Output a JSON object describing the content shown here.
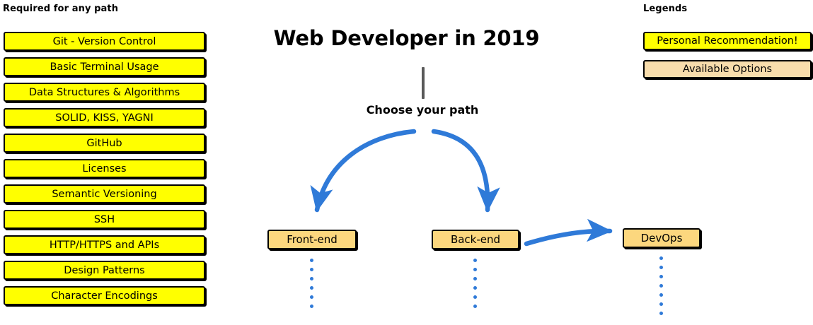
{
  "page": {
    "title": "Web Developer in 2019",
    "background": "#ffffff"
  },
  "colors": {
    "recommendation_yellow": "#ffff00",
    "available_option_tan": "#fcd77e",
    "legend_option_tan": "#f8ddac",
    "arrow_blue": "#2f7ad8",
    "trunk_gray": "#595959",
    "outline_black": "#000000"
  },
  "required_section": {
    "heading": "Required for any path",
    "items": [
      {
        "label": "Git - Version Control"
      },
      {
        "label": "Basic Terminal Usage"
      },
      {
        "label": "Data Structures & Algorithms"
      },
      {
        "label": "SOLID, KISS, YAGNI"
      },
      {
        "label": "GitHub"
      },
      {
        "label": "Licenses"
      },
      {
        "label": "Semantic Versioning"
      },
      {
        "label": "SSH"
      },
      {
        "label": "HTTP/HTTPS and APIs"
      },
      {
        "label": "Design Patterns"
      },
      {
        "label": "Character Encodings"
      }
    ]
  },
  "legends_section": {
    "heading": "Legends",
    "items": [
      {
        "label": "Personal Recommendation!",
        "style": "yellow"
      },
      {
        "label": "Available Options",
        "style": "tan-light"
      }
    ]
  },
  "flow": {
    "choose_label": "Choose your path",
    "paths": [
      {
        "label": "Front-end",
        "dots": 6
      },
      {
        "label": "Back-end",
        "dots": 6
      },
      {
        "label": "DevOps",
        "dots": 7
      }
    ]
  }
}
